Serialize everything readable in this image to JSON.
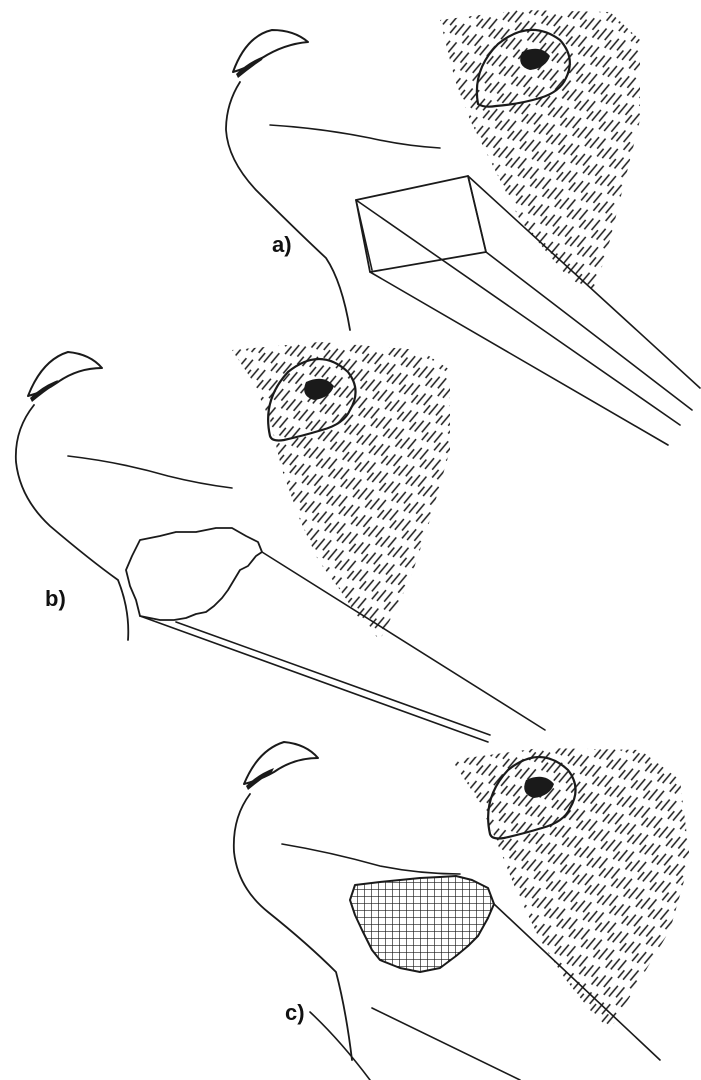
{
  "panels": [
    {
      "id": "a",
      "label": "a)",
      "field_shape": "rectangular"
    },
    {
      "id": "b",
      "label": "b)",
      "field_shape": "irregular-contour"
    },
    {
      "id": "c",
      "label": "c)",
      "field_shape": "irregular-contour-gridded"
    }
  ],
  "colors": {
    "ink": "#1a1a1a",
    "background": "#ffffff"
  }
}
